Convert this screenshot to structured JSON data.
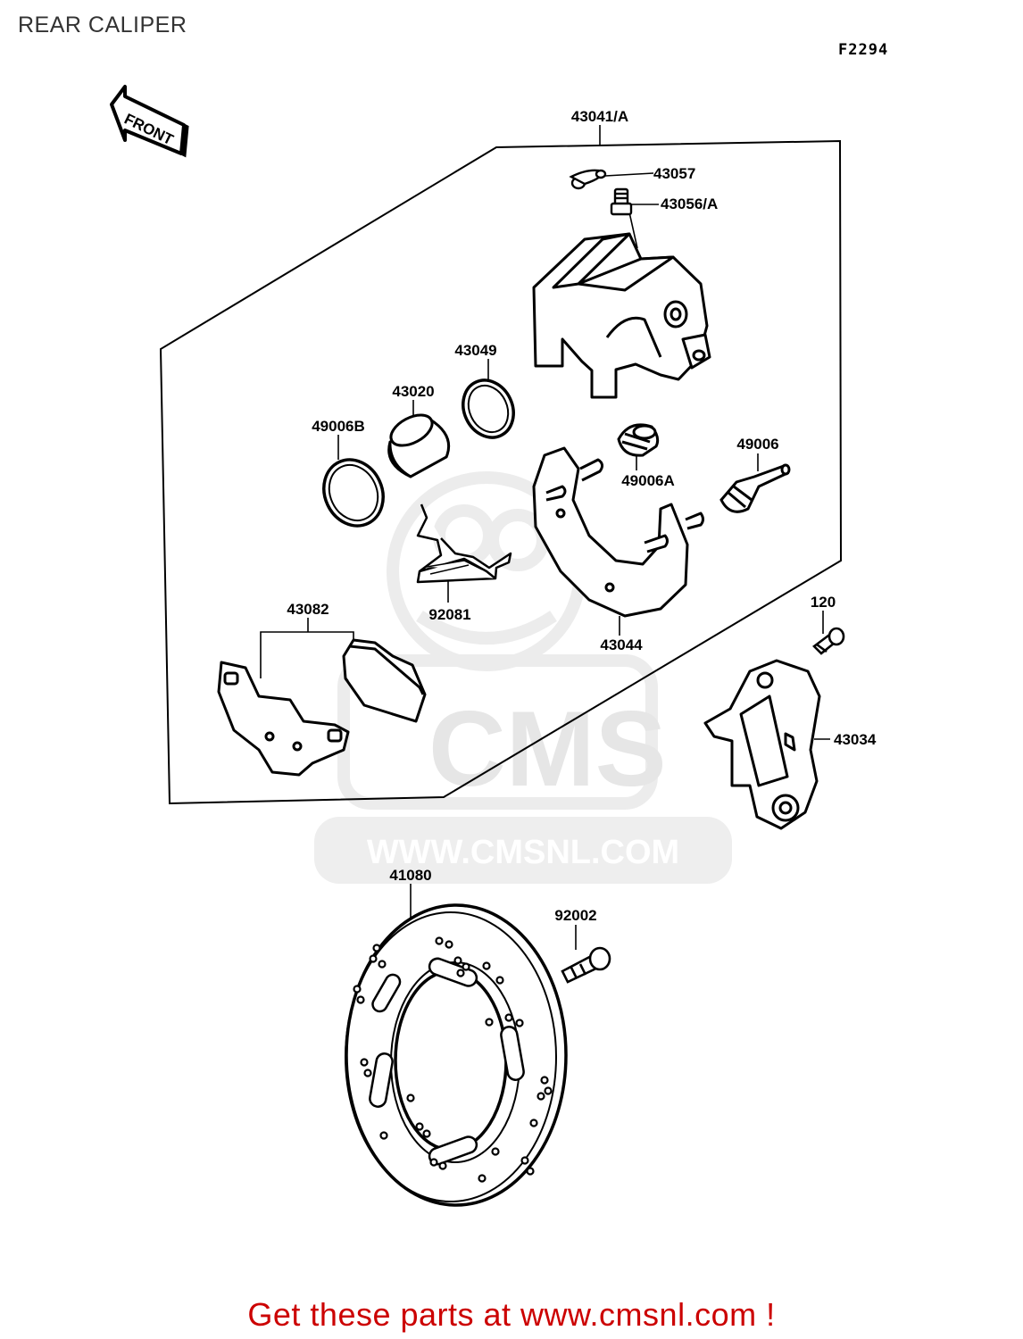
{
  "title": "REAR CALIPER",
  "diagram_code": "F2294",
  "front_arrow": "FRONT",
  "watermark": {
    "brand": "CMS",
    "url": "WWW.CMSNL.COM"
  },
  "parts": [
    {
      "id": "43041-a",
      "label": "43041/A"
    },
    {
      "id": "43057",
      "label": "43057"
    },
    {
      "id": "43056-a",
      "label": "43056/A"
    },
    {
      "id": "43049",
      "label": "43049"
    },
    {
      "id": "43020",
      "label": "43020"
    },
    {
      "id": "49006b",
      "label": "49006B"
    },
    {
      "id": "49006a",
      "label": "49006A"
    },
    {
      "id": "49006",
      "label": "49006"
    },
    {
      "id": "92081",
      "label": "92081"
    },
    {
      "id": "43044",
      "label": "43044"
    },
    {
      "id": "43082",
      "label": "43082"
    },
    {
      "id": "120",
      "label": "120"
    },
    {
      "id": "43034",
      "label": "43034"
    },
    {
      "id": "41080",
      "label": "41080"
    },
    {
      "id": "92002",
      "label": "92002"
    }
  ],
  "promo_text": "Get these parts at www.cmsnl.com !"
}
